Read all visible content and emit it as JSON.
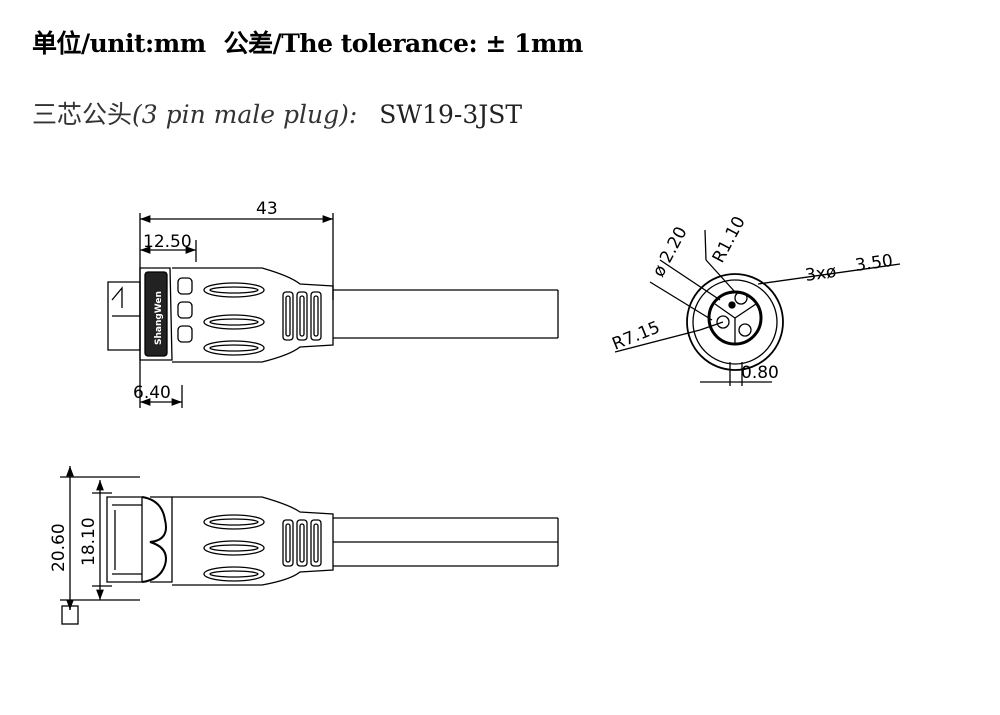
{
  "header": {
    "unit": "单位/unit:mm",
    "tolerance": "公差/The tolerance: ± 1mm"
  },
  "product": {
    "name_cn": "三芯公头",
    "name_en": "(3 pin male plug):",
    "model": "SW19-3JST"
  },
  "drawing": {
    "brand": "ShangWen",
    "dims": {
      "total_length": "43",
      "coupling_length": "12.50",
      "pin_length": "6.40",
      "outer_diameter": "20.60",
      "inner_diameter": "18.10",
      "pin_hole_diameter": "ø 2.20",
      "hole_radius": "R1.10",
      "pin_dia": "3xø",
      "pin_spacing": "3.50",
      "circle_radius": "R7.15",
      "gap": "0.80"
    }
  }
}
